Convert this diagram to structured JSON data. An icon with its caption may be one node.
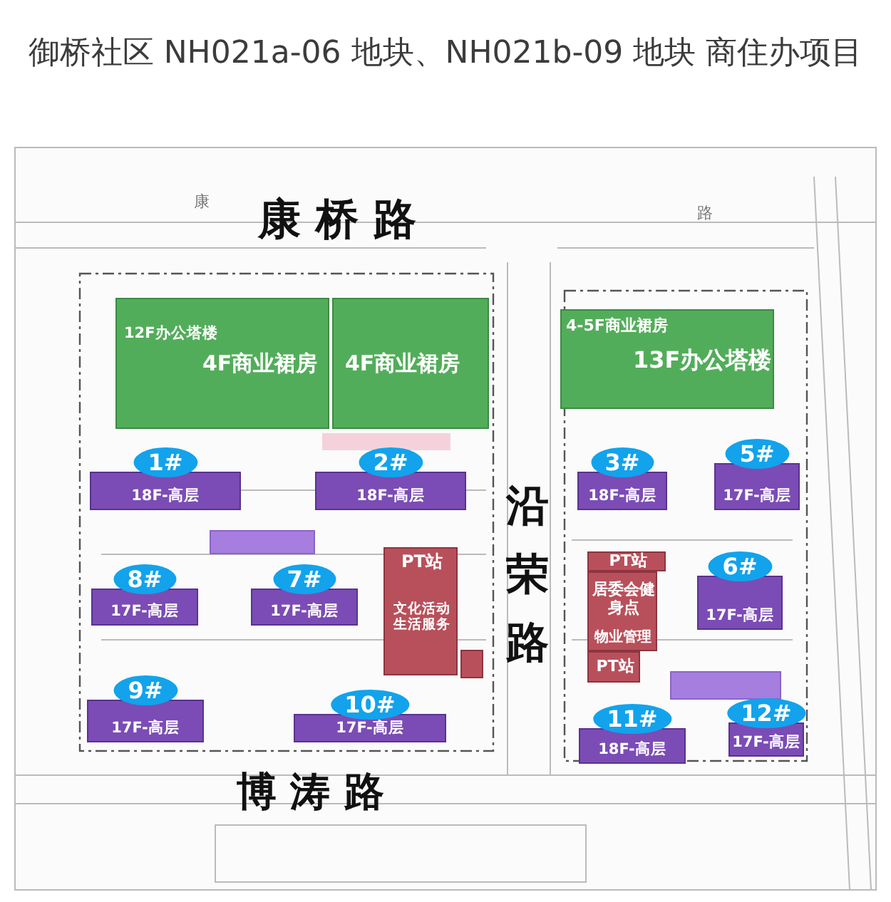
{
  "diagram": {
    "title": "御桥社区 NH021a-06 地块、NH021b-09 地块 商住办项目",
    "nodes": [
      {
        "text": [
          "12F办公塔楼",
          "4F商业裙房"
        ]
      },
      {
        "text": [
          "4F商业裙房"
        ]
      },
      {
        "text": [
          "4-5F商业裙房",
          "13F办公塔楼"
        ]
      },
      {
        "text": [
          "1#",
          "18F-高层"
        ]
      },
      {
        "text": [
          "2#",
          "18F-高层"
        ]
      },
      {
        "text": [
          "3#",
          "18F-高层"
        ]
      },
      {
        "text": [
          "5#",
          "17F-高层"
        ]
      },
      {
        "text": [],
        "shape": "box"
      },
      {
        "text": [
          "8#",
          "17F-高层"
        ]
      },
      {
        "text": [
          "7#",
          "17F-高层"
        ]
      },
      {
        "text": [
          "PT站",
          "文化活动生活服务"
        ]
      },
      {
        "text": [
          "PT站"
        ]
      },
      {
        "text": [
          "居委会健身点",
          "物业管理"
        ]
      },
      {
        "text": [
          "6#",
          "17F-高层"
        ]
      },
      {
        "text": [
          "PT站"
        ]
      },
      {
        "text": [],
        "shape": "box"
      },
      {
        "text": [],
        "shape": "box"
      },
      {
        "text": [
          "9#",
          "17F-高层"
        ]
      },
      {
        "text": [
          "10#",
          "17F-高层"
        ]
      },
      {
        "text": [
          "11#",
          "18F-高层"
        ]
      },
      {
        "text": [
          "12#",
          "17F-高层"
        ]
      }
    ],
    "labels": [
      "康",
      "康 桥 路",
      "路",
      "沿荣路",
      "博 涛 路"
    ]
  }
}
